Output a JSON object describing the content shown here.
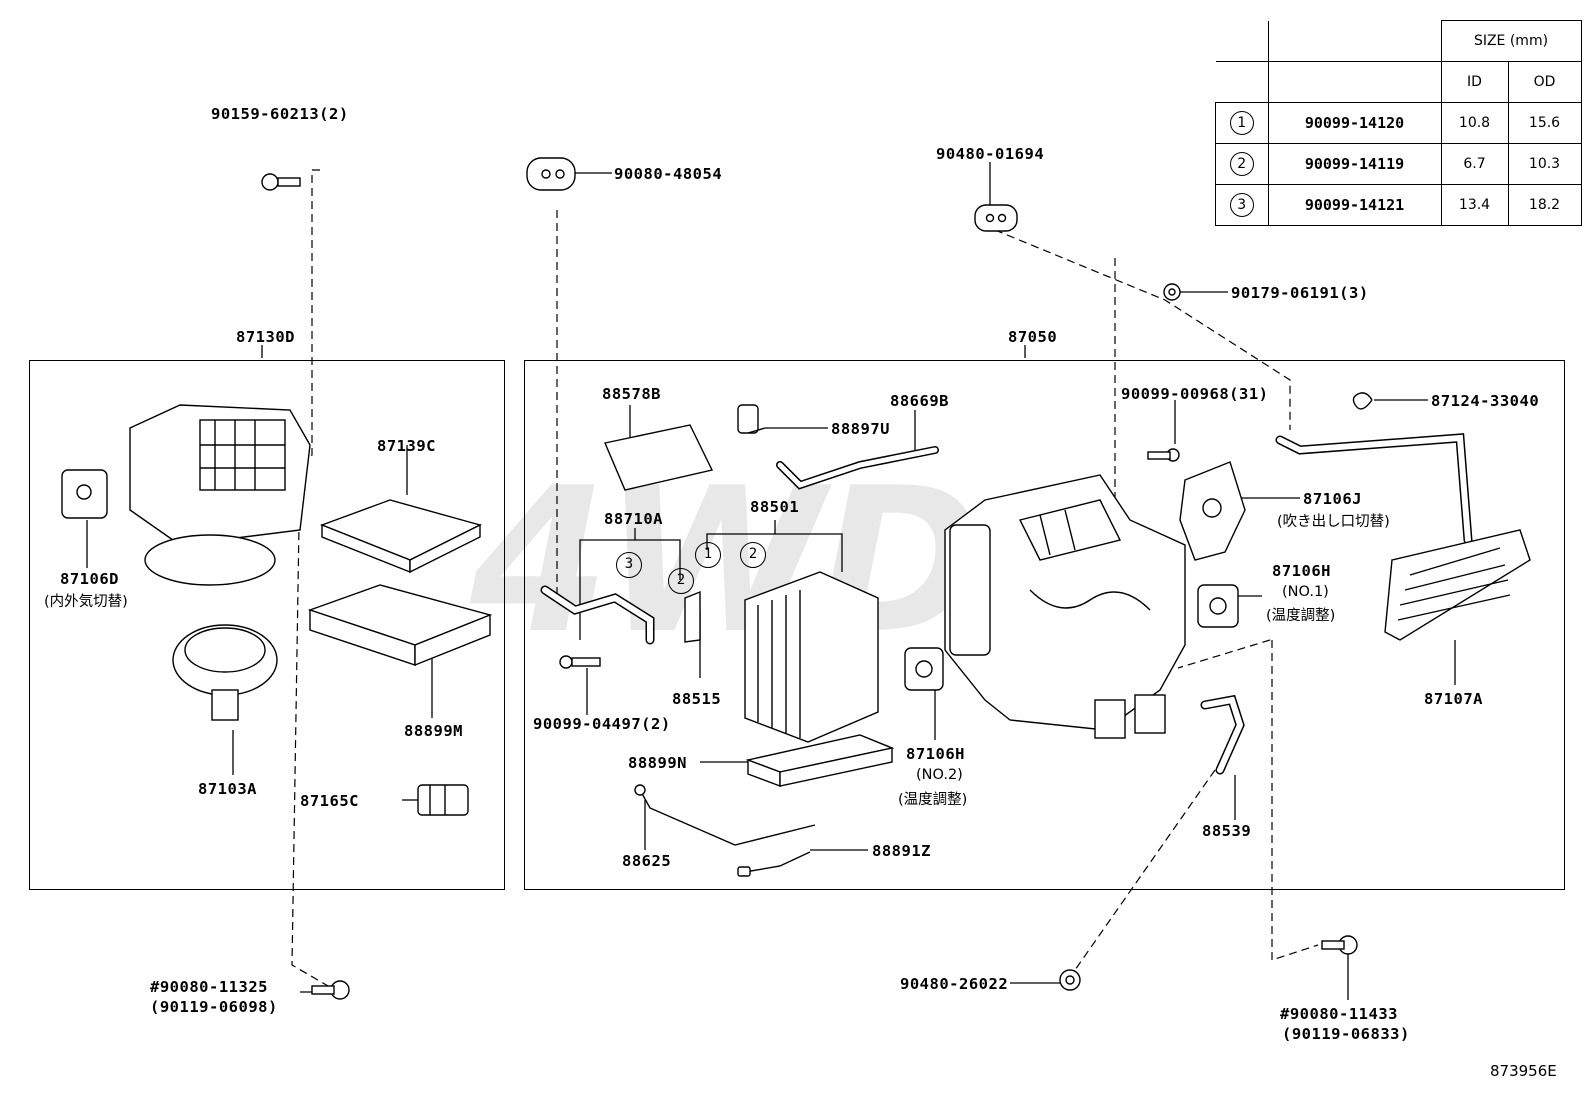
{
  "size_table": {
    "title": "SIZE (mm)",
    "col_id": "ID",
    "col_od": "OD",
    "rows": [
      {
        "ref": "1",
        "part": "90099-14120",
        "id": "10.8",
        "od": "15.6"
      },
      {
        "ref": "2",
        "part": "90099-14119",
        "id": "6.7",
        "od": "10.3"
      },
      {
        "ref": "3",
        "part": "90099-14121",
        "id": "13.4",
        "od": "18.2"
      }
    ]
  },
  "groups": {
    "left": "87130D",
    "right": "87050"
  },
  "labels": {
    "p90159": "90159-60213(2)",
    "p90080_48054": "90080-48054",
    "p90480_01694": "90480-01694",
    "p90179": "90179-06191(3)",
    "p88578B": "88578B",
    "p88669B": "88669B",
    "p88897U": "88897U",
    "p90099_00968": "90099-00968(31)",
    "p87124": "87124-33040",
    "p87139C": "87139C",
    "p87106J": "87106J",
    "p87106J_sub": "(吹き出し口切替)",
    "p88710A": "88710A",
    "p88501": "88501",
    "p87106D": "87106D",
    "p87106D_sub": "(内外気切替)",
    "p87106H1": "87106H",
    "p87106H1_sub1": "(NO.1)",
    "p87106H1_sub2": "(温度調整)",
    "p88515": "88515",
    "p90099_04497": "90099-04497(2)",
    "p88899M": "88899M",
    "p87107A": "87107A",
    "p87103A": "87103A",
    "p88899N": "88899N",
    "p87106H2": "87106H",
    "p87106H2_sub1": "(NO.2)",
    "p87106H2_sub2": "(温度調整)",
    "p87165C": "87165C",
    "p88539": "88539",
    "p88625": "88625",
    "p88891Z": "88891Z",
    "p90080_11325": "#90080-11325",
    "p90119_06098": "(90119-06098)",
    "p90480_26022": "90480-26022",
    "p90080_11433": "#90080-11433",
    "p90119_06833": "(90119-06833)",
    "callout_1": "1",
    "callout_2": "2",
    "callout_3": "3"
  },
  "figure_id": "873956E",
  "watermark": "4WD"
}
